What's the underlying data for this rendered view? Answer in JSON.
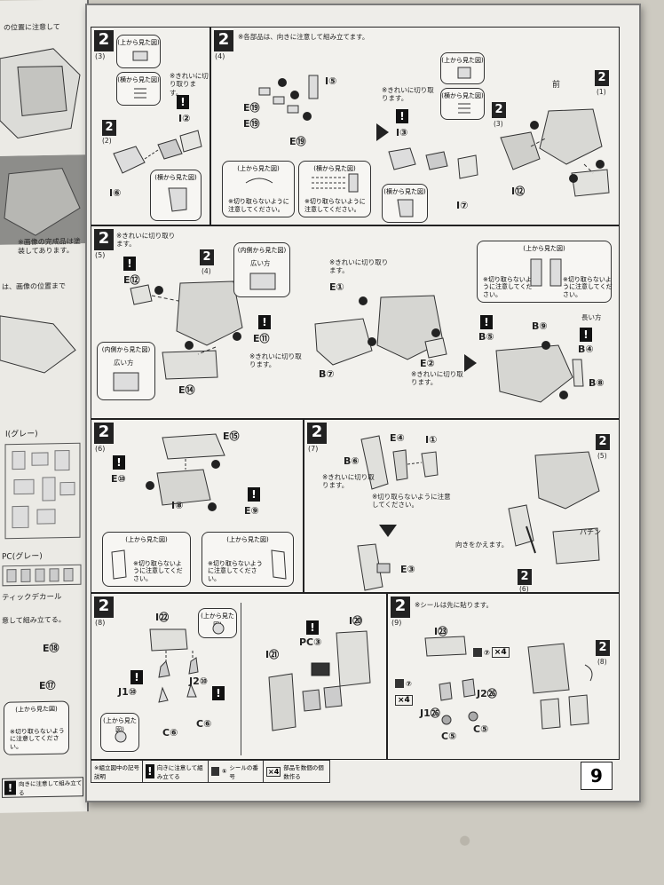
{
  "page_number": "9",
  "left_page": {
    "top_note": "の位置に注意して",
    "note_finish": "※画像の完成品は塗装してあります。",
    "note_position": "は、画像の位置まで",
    "runner_i": "I(グレー)",
    "runner_pc": "PC(グレー)",
    "sticker": "ティックデカール",
    "direction": "意して組み立てる。",
    "e18": "E⑱",
    "e17": "E⑰",
    "top_view": "(上から見た図)",
    "careful_cut": "※切り取らないように注意してください。",
    "legend_dir": "向きに注意して組み立てる"
  },
  "steps": {
    "s3": {
      "badge": "2",
      "sub": "(3)",
      "top_view": "(上から見た図)",
      "side_view": "(横から見た図)",
      "side_view2": "(横から見た図)",
      "note_clean": "※きれいに切り取ります。",
      "parts": {
        "i2": "I②",
        "i6": "I⑥",
        "ref": "2",
        "ref_sub": "(2)"
      }
    },
    "s4": {
      "badge": "2",
      "sub": "(4)",
      "note_each": "※各部品は、向きに注意して組み立てます。",
      "top_view": "(上から見た図)",
      "side_view": "(横から見た図)",
      "side_view2": "(横から見た図)",
      "side_view3": "(横から見た図)",
      "top_view2": "(上から見た図)",
      "note_clean": "※きれいに切り取ります。",
      "careful": "※切り取らないように注意してください。",
      "careful2": "※切り取らないように注意してください。",
      "front": "前",
      "parts": {
        "e19a": "E⑲",
        "e19b": "E⑲",
        "e19c": "E⑲",
        "i5": "I⑤",
        "i3": "I③",
        "i7": "I⑦",
        "i12": "I⑫",
        "ref": "2",
        "ref_sub": "(1)",
        "ref2": "2",
        "ref2_sub": "(3)"
      }
    },
    "s5": {
      "badge": "2",
      "sub": "(5)",
      "note_clean": "※きれいに切り取ります。",
      "inside_view": "(内側から見た図)",
      "inside_view2": "(内側から見た図)",
      "wide": "広い方",
      "wide2": "広い方",
      "note_clean2": "※きれいに切り取ります。",
      "note_clean3": "※きれいに切り取ります。",
      "note_clean4": "※きれいに切り取ります。",
      "top_view": "(上から見た図)",
      "careful": "※切り取らないように注意してください。",
      "careful2": "※切り取らないように注意してください。",
      "long": "長い方",
      "parts": {
        "e12": "E⑫",
        "e11": "E⑪",
        "e14": "E⑭",
        "e1": "E①",
        "e2": "E②",
        "b7": "B⑦",
        "b5": "B⑤",
        "b9": "B⑨",
        "b4": "B④",
        "b8": "B⑧",
        "ref": "2",
        "ref_sub": "(4)"
      }
    },
    "s6": {
      "badge": "2",
      "sub": "(6)",
      "top_view": "(上から見た図)",
      "top_view2": "(上から見た図)",
      "careful": "※切り取らないように注意してください。",
      "careful2": "※切り取らないように注意してください。",
      "parts": {
        "e15": "E⑮",
        "e10": "E⑩",
        "i8": "I⑧",
        "e9": "E⑨"
      }
    },
    "s7": {
      "badge": "2",
      "sub": "(7)",
      "note_clean": "※きれいに切り取ります。",
      "careful": "※切り取らないように注意してください。",
      "rotate": "向きをかえます。",
      "click": "パチン",
      "parts": {
        "b6": "B⑥",
        "e4": "E④",
        "i1": "I①",
        "e3": "E③",
        "ref": "2",
        "ref_sub": "(5)",
        "ref2": "2",
        "ref2_sub": "(6)"
      }
    },
    "s8": {
      "badge": "2",
      "sub": "(8)",
      "top_view": "(上から見た図)",
      "top_view2": "(上から見た図)",
      "parts": {
        "i22": "I㉒",
        "j1": "J1⑩",
        "j2": "J2⑩",
        "c6a": "C⑥",
        "c6b": "C⑥",
        "i20": "I⑳",
        "pc3": "PC③",
        "i21": "I㉑"
      }
    },
    "s9": {
      "badge": "2",
      "sub": "(9)",
      "note_sticker": "※シールは先に貼ります。",
      "parts": {
        "i23": "I㉓",
        "x4a": "×4",
        "x4b": "×4",
        "j2": "J2㉖",
        "j1": "J1㉖",
        "c5a": "C⑤",
        "c5b": "C⑤",
        "s7a": "⑦",
        "s7b": "⑦",
        "ref": "2",
        "ref_sub": "(8)"
      }
    }
  },
  "legend": {
    "title": "※組立図中の記号説明",
    "dir": "向きに注意して組み立てる",
    "seal": "シールの番号",
    "count": "部品を数個の個数作る",
    "seal_no": "①",
    "count_no": "×4"
  }
}
